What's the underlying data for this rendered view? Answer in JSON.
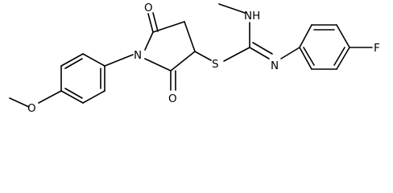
{
  "molecule": {
    "atoms": {
      "o_top": "O",
      "o_bottom": "O",
      "n_ring": "N",
      "s_link": "S",
      "nh_methyl": "NH",
      "n_imine": "N",
      "f_sub": "F",
      "o_methoxy": "O"
    }
  }
}
